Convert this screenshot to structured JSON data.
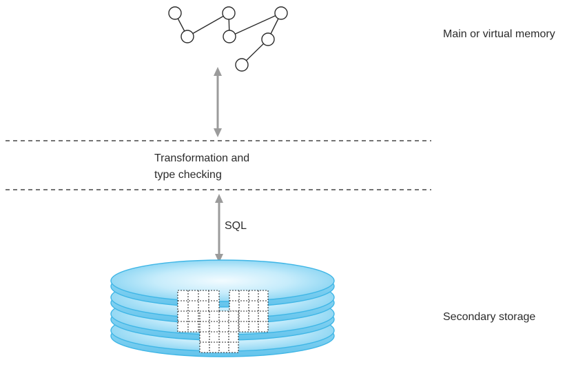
{
  "labels": {
    "main_memory": "Main or virtual memory",
    "transformation_line1": "Transformation and",
    "transformation_line2": "type checking",
    "sql": "SQL",
    "secondary_storage": "Secondary storage"
  },
  "colors": {
    "disk_fill_edge": "#7fd0f0",
    "disk_fill_center": "#eaf8fe",
    "disk_stroke": "#3fb6e6",
    "arrow": "#9b9b9b",
    "dashed_line": "#444444",
    "node_stroke": "#2b2b2b"
  }
}
